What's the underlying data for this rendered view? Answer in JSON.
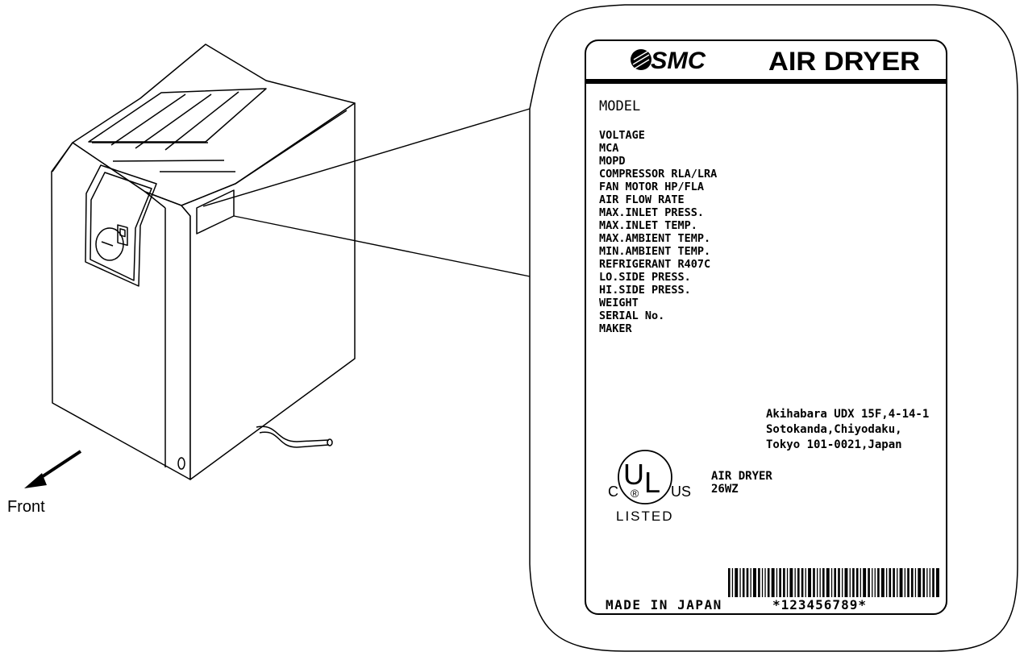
{
  "front_label": "Front",
  "plate": {
    "brand": "SMC",
    "title": "AIR DRYER",
    "model_label": "MODEL",
    "spec_labels": [
      "VOLTAGE",
      "MCA",
      "MOPD",
      "COMPRESSOR RLA/LRA",
      "FAN MOTOR HP/FLA",
      "AIR FLOW RATE",
      "MAX.INLET PRESS.",
      "MAX.INLET TEMP.",
      "MAX.AMBIENT TEMP.",
      "MIN.AMBIENT TEMP.",
      "REFRIGERANT R407C",
      "LO.SIDE PRESS.",
      "HI.SIDE PRESS.",
      "WEIGHT",
      "SERIAL No.",
      "MAKER"
    ],
    "address": [
      "Akihabara UDX 15F,4-14-1",
      "Sotokanda,Chiyodaku,",
      "Tokyo 101-0021,Japan"
    ],
    "ul_mark": {
      "u": "U",
      "l": "L",
      "c": "C",
      "r": "®",
      "us": "US",
      "listed": "LISTED"
    },
    "product_lines": [
      "AIR DRYER",
      "26WZ"
    ],
    "made_in": "MADE IN JAPAN",
    "barcode_text": "*123456789*"
  }
}
